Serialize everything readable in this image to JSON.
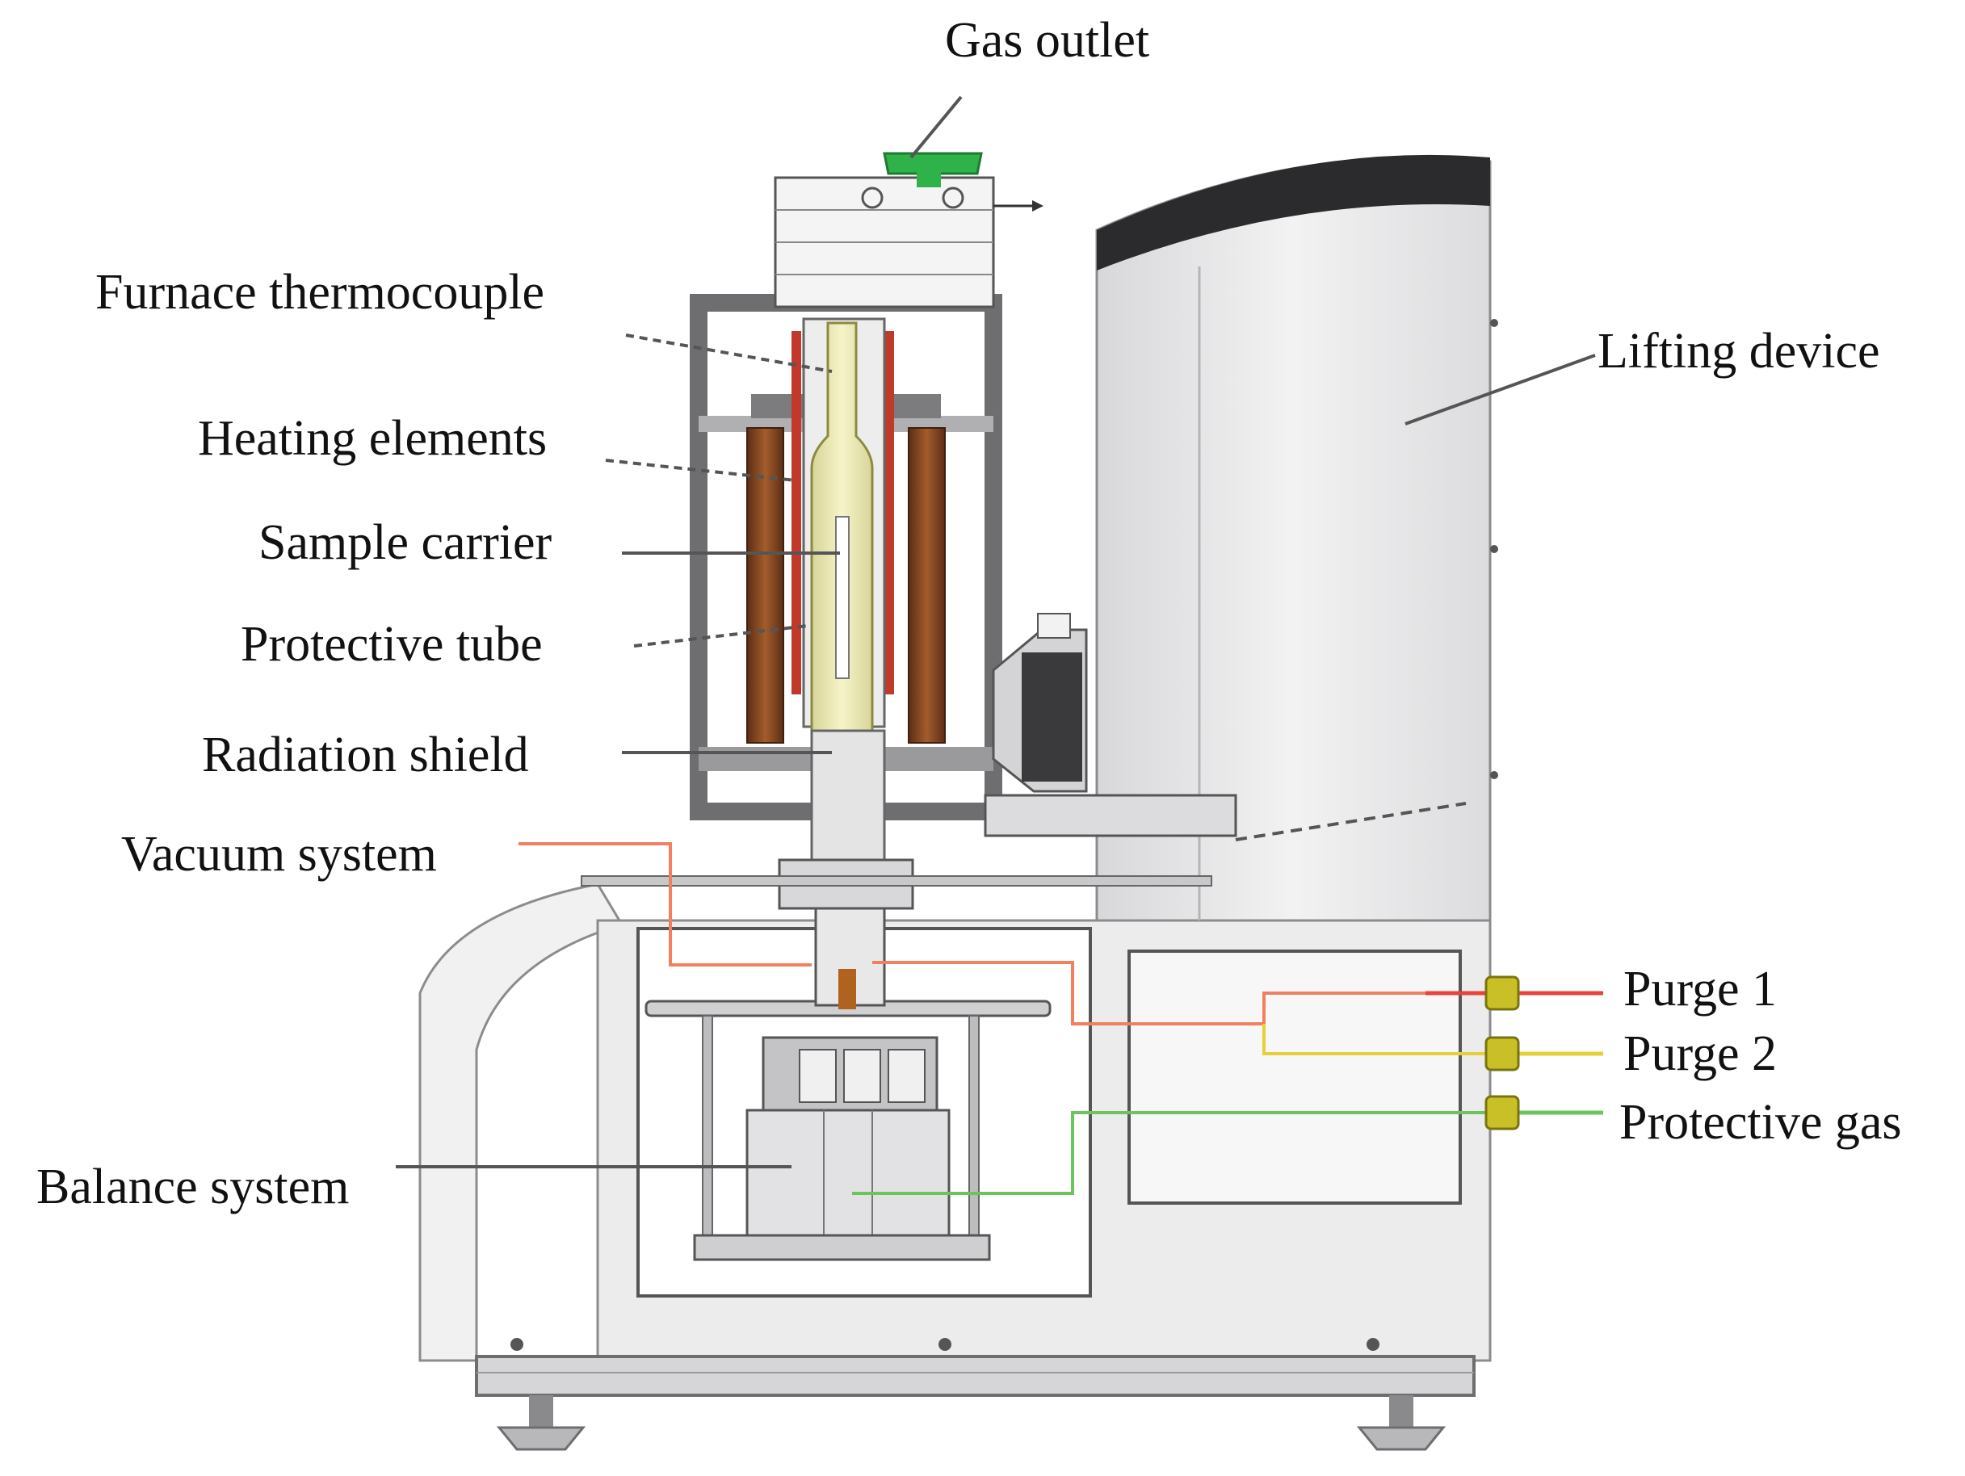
{
  "labels": {
    "gas_outlet": "Gas outlet",
    "furnace_thermocouple": "Furnace thermocouple",
    "heating_elements": "Heating elements",
    "sample_carrier": "Sample carrier",
    "protective_tube": "Protective tube",
    "radiation_shield": "Radiation shield",
    "vacuum_system": "Vacuum system",
    "balance_system": "Balance system",
    "lifting_device": "Lifting device",
    "purge_1": "Purge 1",
    "purge_2": "Purge 2",
    "protective_gas": "Protective gas"
  },
  "colors": {
    "frame": "#6e6e70",
    "body": "#e9e9ea",
    "cap": "#2b2b2d",
    "heater": "#8a4a24",
    "sample_carrier": "#e8e59a",
    "gas_outlet_valve": "#2fb24a",
    "purge_1_line": "#e8433c",
    "purge_2_line": "#e6cf3a",
    "protective_gas_line": "#6ec45c",
    "vacuum_line": "#f08060",
    "fitting": "#c9c028"
  }
}
